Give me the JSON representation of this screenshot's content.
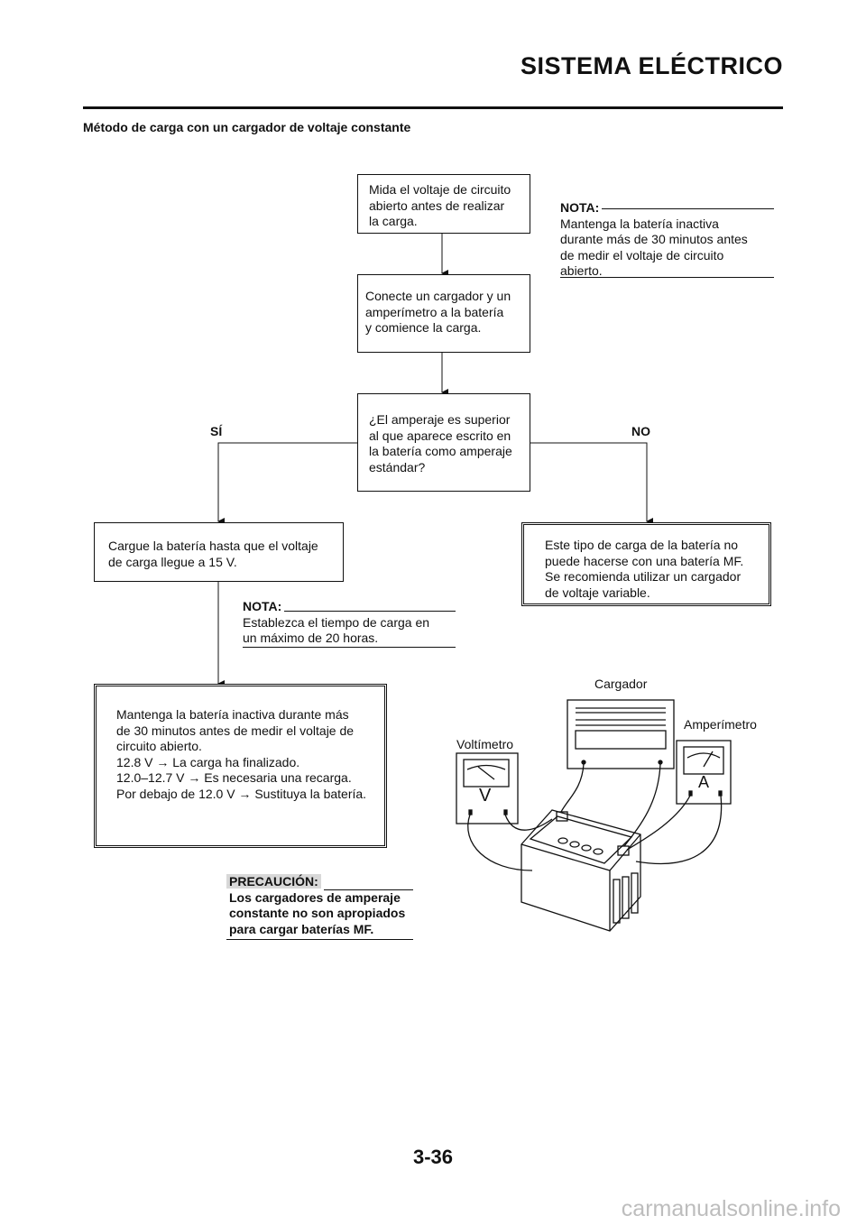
{
  "header": {
    "title": "SISTEMA ELÉCTRICO"
  },
  "section_title": "Método de carga con un cargador de voltaje constante",
  "flow": {
    "step1": "Mida el voltaje de circuito\nabierto antes de realizar\nla carga.",
    "step2": "Conecte un cargador y un\namperímetro a la batería\ny comience la carga.",
    "decision": "¿El amperaje es superior\nal que aparece escrito en\nla batería como amperaje\nestándar?",
    "yes_label": "SÍ",
    "no_label": "NO",
    "yes_action": "Cargue la batería hasta que el voltaje\nde carga llegue a 15 V.",
    "no_action": "Este tipo de carga de la batería no\npuede hacerse con una batería MF.\nSe recomienda utilizar un cargador\nde voltaje variable.",
    "final": "Mantenga la batería inactiva durante más\nde 30 minutos antes de medir el voltaje de\ncircuito abierto.\n12.8 V → La carga ha finalizado.\n12.0–12.7 V → Es necesaria una recarga.\nPor debajo de 12.0 V → Sustituya la batería."
  },
  "note_top": {
    "heading": "NOTA:",
    "text": "Mantenga la batería inactiva\ndurante más de 30 minutos antes\nde medir el voltaje de circuito\nabierto."
  },
  "note_mid": {
    "heading": "NOTA:",
    "text": "Establezca el tiempo de carga en\nun máximo de 20 horas."
  },
  "caution": {
    "heading": "PRECAUCIÓN:",
    "text": "Los cargadores de amperaje\nconstante no son apropiados\npara cargar baterías MF."
  },
  "diagram": {
    "charger_label": "Cargador",
    "ammeter_label": "Amperímetro",
    "voltmeter_label": "Voltímetro",
    "voltmeter_glyph": "V",
    "ammeter_glyph": "A"
  },
  "footer": {
    "page_number": "3-36",
    "watermark": "carmanualsonline.info"
  }
}
